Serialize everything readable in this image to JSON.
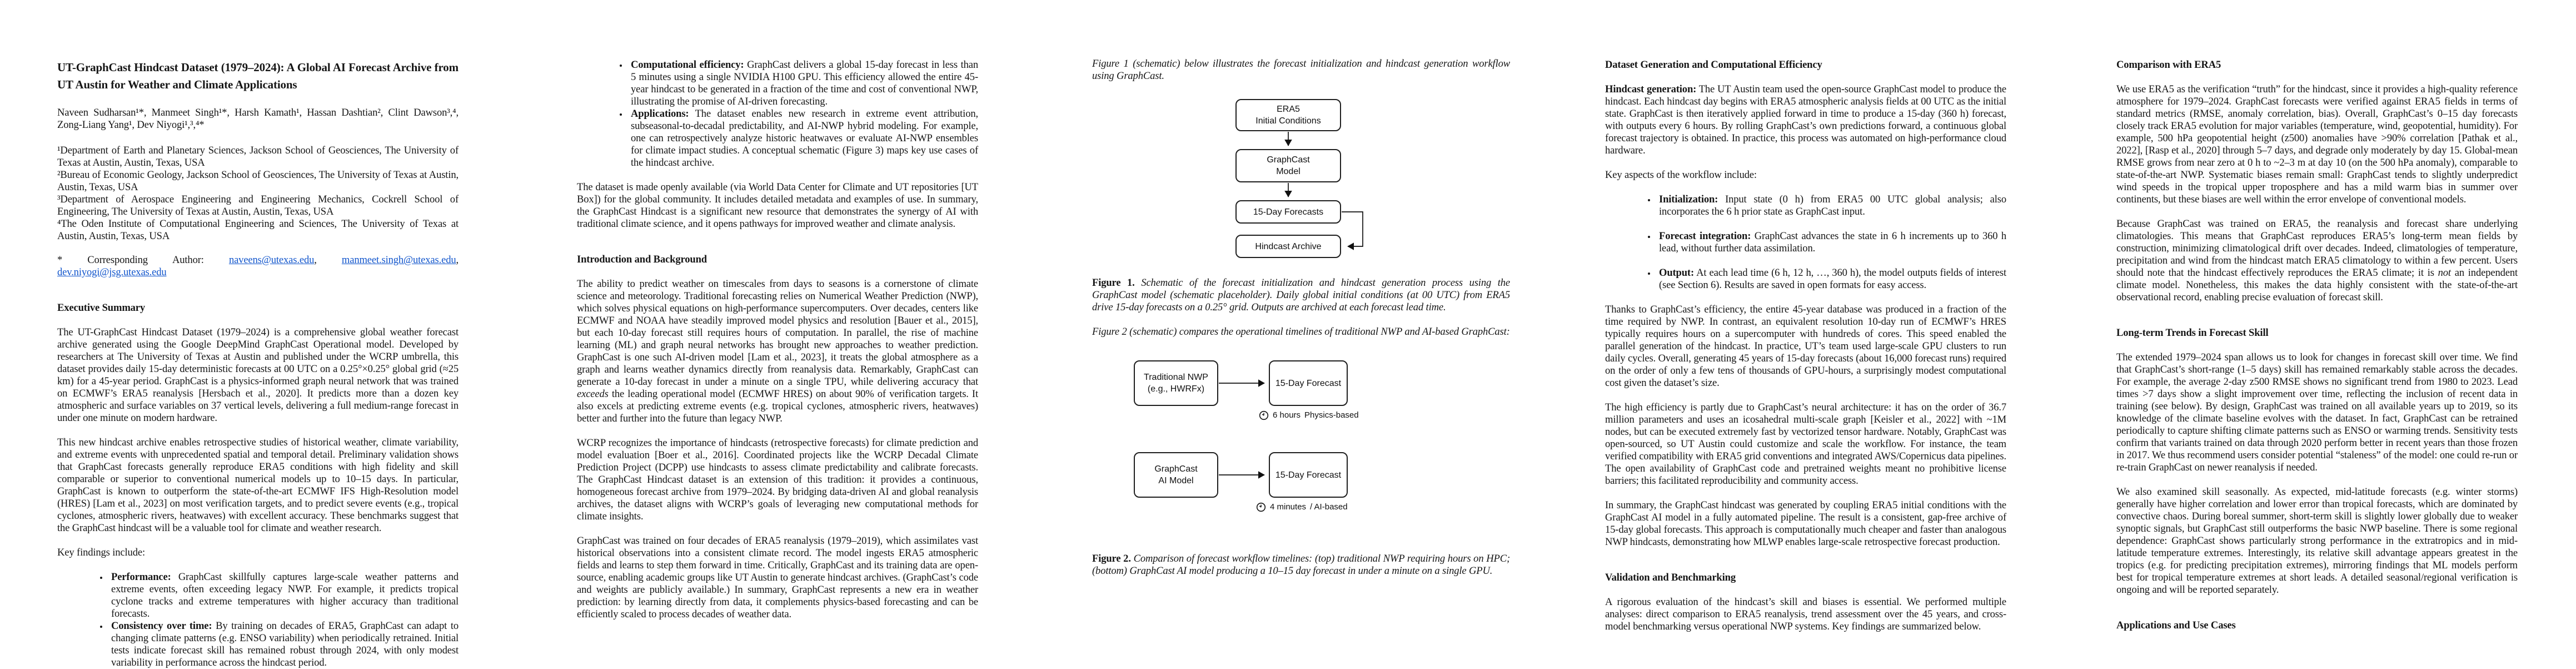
{
  "link_color": "#1155CC",
  "col1": {
    "title": "UT-GraphCast Hindcast Dataset (1979–2024): A Global AI Forecast Archive from UT Austin for Weather and Climate Applications",
    "authors": "Naveen Sudharsan¹*, Manmeet Singh¹*, Harsh Kamath¹, Hassan Dashtian², Clint Dawson³,⁴, Zong-Liang Yang¹, Dev Niyogi¹,³,⁴*",
    "affiliations": [
      "¹Department of Earth and Planetary Sciences, Jackson School of Geosciences, The University of Texas at Austin, Austin, Texas, USA",
      "²Bureau of Economic Geology, Jackson School of Geosciences, The University of Texas at Austin, Austin, Texas, USA",
      "³Department of Aerospace Engineering and Engineering Mechanics, Cockrell School of Engineering, The University of Texas at Austin, Austin, Texas, USA",
      "⁴The Oden Institute of Computational Engineering and Sciences, The University of Texas at Austin, Austin, Texas, USA"
    ],
    "corresponding_prefix": "* Corresponding Author: ",
    "emails": [
      "naveens@utexas.edu",
      "manmeet.singh@utexas.edu",
      "dev.niyogi@jsg.utexas.edu"
    ],
    "separator": ", ",
    "exec_heading": "Executive Summary",
    "para1": "The UT-GraphCast Hindcast Dataset (1979–2024) is a comprehensive global weather forecast archive generated using the Google DeepMind GraphCast Operational model. Developed by researchers at The University of Texas at Austin and published under the WCRP umbrella, this dataset provides daily 15-day deterministic forecasts at 00 UTC on a 0.25°×0.25° global grid (≈25 km) for a 45-year period. GraphCast is a physics-informed graph neural network that was trained on ECMWF’s ERA5 reanalysis [Hersbach et al., 2020]. It predicts more than a dozen key atmospheric and surface variables on 37 vertical levels, delivering a full medium-range forecast in under one minute on modern hardware.",
    "para2": "This new hindcast archive enables retrospective studies of historical weather, climate variability, and extreme events with unprecedented spatial and temporal detail. Preliminary validation shows that GraphCast forecasts generally reproduce ERA5 conditions with high fidelity and skill comparable or superior to conventional numerical models up to 10–15 days. In particular, GraphCast is known to outperform the state-of-the-art ECMWF IFS High-Resolution model (HRES) [Lam et al., 2023] on most verification targets, and to predict severe events (e.g., tropical cyclones, atmospheric rivers, heatwaves) with excellent accuracy. These benchmarks suggest that the GraphCast hindcast will be a valuable tool for climate and weather research.",
    "key_label": "Key findings include:",
    "bullet1_lead": "Performance:",
    "bullet1_text": " GraphCast skillfully captures large-scale weather patterns and extreme events, often exceeding legacy NWP. For example, it predicts tropical cyclone tracks and extreme temperatures with higher accuracy than traditional forecasts.",
    "bullet2_lead": "Consistency over time:",
    "bullet2_text": " By training on decades of ERA5, GraphCast can adapt to changing climate patterns (e.g. ENSO variability) when periodically retrained. Initial tests indicate forecast skill has remained robust through 2024, with only modest variability in performance across the hindcast period."
  },
  "col2": {
    "bullet1_lead": "Computational efficiency:",
    "bullet1_text": " GraphCast delivers a global 15-day forecast in less than 5 minutes using a single NVIDIA H100 GPU. This efficiency allowed the entire 45-year hindcast to be generated in a fraction of the time and cost of conventional NWP, illustrating the promise of AI-driven forecasting.",
    "bullet2_lead": "Applications:",
    "bullet2_text": " The dataset enables new research in extreme event attribution, subseasonal-to-decadal predictability, and AI-NWP hybrid modeling. For example, one can retrospectively analyze historic heatwaves or evaluate AI-NWP ensembles for climate impact studies. A conceptual schematic (Figure 3) maps key use cases of the hindcast archive.",
    "para_open": "The dataset is made openly available (via World Data Center for Climate and UT repositories [UT Box]) for the global community. It includes detailed metadata and examples of use. In summary, the GraphCast Hindcast is a significant new resource that demonstrates the synergy of AI with traditional climate science, and it opens pathways for improved weather and climate analysis.",
    "intro_heading": "Introduction and Background",
    "para_intro_before": "The ability to predict weather on timescales from days to seasons is a cornerstone of climate science and meteorology. Traditional forecasting relies on Numerical Weather Prediction (NWP), which solves physical equations on high-performance supercomputers. Over decades, centers like ECMWF and NOAA have steadily improved model physics and resolution [Bauer et al., 2015], but each 10-day forecast still requires hours of computation. In parallel, the rise of machine learning (ML) and graph neural networks has brought new approaches to weather prediction. GraphCast is one such AI-driven model [Lam et al., 2023], it treats the global atmosphere as a graph and learns weather dynamics directly from reanalysis data. Remarkably, GraphCast can generate a 10-day forecast in under a minute on a single TPU, while delivering accuracy that ",
    "para_intro_italic": "exceeds",
    "para_intro_after": " the leading operational model (ECMWF HRES) on about 90% of verification targets. It also excels at predicting extreme events (e.g. tropical cyclones, atmospheric rivers, heatwaves) better and further into the future than legacy NWP.",
    "para_wcrp": "WCRP recognizes the importance of hindcasts (retrospective forecasts) for climate prediction and model evaluation [Boer et al., 2016]. Coordinated projects like the WCRP Decadal Climate Prediction Project (DCPP) use hindcasts to assess climate predictability and calibrate forecasts. The GraphCast Hindcast dataset is an extension of this tradition: it provides a continuous, homogeneous forecast archive from 1979–2024. By bridging data-driven AI and global reanalysis archives, the dataset aligns with WCRP’s goals of leveraging new computational methods for climate insights.",
    "para_trained": "GraphCast was trained on four decades of ERA5 reanalysis (1979–2019), which assimilates vast historical observations into a consistent climate record. The model ingests ERA5 atmospheric fields and learns to step them forward in time. Critically, GraphCast and its training data are open-source, enabling academic groups like UT Austin to generate hindcast archives. (GraphCast’s code and weights are publicly available.) In summary, GraphCast represents a new era in weather prediction: by learning directly from data, it complements physics-based forecasting and can be efficiently scaled to process decades of weather data."
  },
  "col3": {
    "fig1_intro": "Figure 1 (schematic) below illustrates the forecast initialization and hindcast generation workflow using GraphCast.",
    "fig1_box1_line1": "ERA5",
    "fig1_box1_line2": "Initial Conditions",
    "fig1_box2_line1": "GraphCast",
    "fig1_box2_line2": "Model",
    "fig1_box3": "15-Day Forecasts",
    "fig1_box4": "Hindcast Archive",
    "fig1_caption_label": "Figure 1.",
    "fig1_caption_text": " Schematic of the forecast initialization and hindcast generation process using the GraphCast model (schematic placeholder). Daily global initial conditions (at 00 UTC) from ERA5 drive 15-day forecasts on a 0.25° grid. Outputs are archived at each forecast lead time.",
    "fig2_intro": "Figure 2 (schematic) compares the operational timelines of traditional NWP and AI-based GraphCast:",
    "fig2_nwp_line1": "Traditional NWP",
    "fig2_nwp_line2": "(e.g., HWRFx)",
    "fig2_fc1": "15-Day Forecast",
    "fig2_label1_time": "6 hours",
    "fig2_label1_kind": "Physics-based",
    "fig2_ai_line1": "GraphCast",
    "fig2_ai_line2": "AI Model",
    "fig2_fc2": "15-Day Forecast",
    "fig2_label2_time": "4 minutes",
    "fig2_label2_kind": "/ AI-based",
    "fig2_caption_label": "Figure 2.",
    "fig2_caption_text": " Comparison of forecast workflow timelines: (top) traditional NWP requiring hours on HPC; (bottom) GraphCast AI model producing a 10–15 day forecast in under a minute on a single GPU."
  },
  "col4": {
    "heading": "Dataset Generation and Computational Efficiency",
    "para_hindcast_lead": "Hindcast generation:",
    "para_hindcast_text": " The UT Austin team used the open-source GraphCast model to produce the hindcast. Each hindcast day begins with ERA5 atmospheric analysis fields at 00 UTC as the initial state. GraphCast is then iteratively applied forward in time to produce a 15-day (360 h) forecast, with outputs every 6 hours. By rolling GraphCast’s own predictions forward, a continuous global forecast trajectory is obtained. In practice, this process was automated on high-performance cloud hardware.",
    "key_label": "Key aspects of the workflow include:",
    "bullet1_lead": "Initialization:",
    "bullet1_text": " Input state (0 h) from ERA5 00 UTC global analysis; also incorporates the 6 h prior state as GraphCast input.",
    "bullet2_lead": "Forecast integration:",
    "bullet2_text": " GraphCast advances the state in 6 h increments up to 360 h lead, without further data assimilation.",
    "bullet3_lead": "Output:",
    "bullet3_text": " At each lead time (6 h, 12 h, …, 360 h), the model outputs fields of interest (see Section 6). Results are saved in open formats for easy access.",
    "para_thanks": "Thanks to GraphCast’s efficiency, the entire 45-year database was produced in a fraction of the time required by NWP. In contrast, an equivalent resolution 10-day run of ECMWF’s HRES typically requires hours on a supercomputer with hundreds of cores. This speed enabled the parallel generation of the hindcast. In practice, UT’s team used large-scale GPU clusters to run daily cycles. Overall, generating 45 years of 15-day forecasts (about 16,000 forecast runs) required on the order of only a few tens of thousands of GPU-hours, a surprisingly modest computational cost given the dataset’s size.",
    "para_high": "The high efficiency is partly due to GraphCast’s neural architecture: it has on the order of 36.7 million parameters and uses an icosahedral multi-scale graph [Keisler et al., 2022] with ~1M nodes, but can be executed extremely fast by vectorized tensor hardware. Notably, GraphCast was open-sourced, so UT Austin could customize and scale the workflow. For instance, the team verified compatibility with ERA5 grid conventions and integrated AWS/Copernicus data pipelines. The open availability of GraphCast code and pretrained weights meant no prohibitive license barriers; this facilitated reproducibility and community access.",
    "para_summary": "In summary, the GraphCast hindcast was generated by coupling ERA5 initial conditions with the GraphCast AI model in a fully automated pipeline. The result is a consistent, gap-free archive of 15-day global forecasts. This approach is computationally much cheaper and faster than analogous NWP hindcasts, demonstrating how MLWP enables large-scale retrospective forecast production.",
    "valid_heading": "Validation and Benchmarking",
    "para_valid": "A rigorous evaluation of the hindcast’s skill and biases is essential. We performed multiple analyses: direct comparison to ERA5 reanalysis, trend assessment over the 45 years, and cross-model benchmarking versus operational NWP systems. Key findings are summarized below."
  },
  "col5": {
    "heading": "Comparison with ERA5",
    "para1": "We use ERA5 as the verification “truth” for the hindcast, since it provides a high-quality reference atmosphere for 1979–2024. GraphCast forecasts were verified against ERA5 fields in terms of standard metrics (RMSE, anomaly correlation, bias). Overall, GraphCast’s 0–15 day forecasts closely track ERA5 evolution for major variables (temperature, wind, geopotential, humidity). For example, 500 hPa geopotential height (z500) anomalies have >90% correlation [Pathak et al., 2022], [Rasp et al., 2020] through 5–7 days, and degrade only moderately by day 15. Global-mean RMSE grows from near zero at 0 h to ~2–3 m at day 10 (on the 500 hPa anomaly), comparable to state-of-the-art NWP. Systematic biases remain small: GraphCast tends to slightly underpredict wind speeds in the tropical upper troposphere and has a mild warm bias in summer over continents, but these biases are well within the error envelope of conventional models.",
    "para2_before": "Because GraphCast was trained on ERA5, the reanalysis and forecast share underlying climatologies. This means that GraphCast reproduces ERA5’s long-term mean fields by construction, minimizing climatological drift over decades. Indeed, climatologies of temperature, precipitation and wind from the hindcast match ERA5 climatology to within a few percent. Users should note that the hindcast effectively reproduces the ERA5 climate; it is ",
    "para2_italic": "not",
    "para2_after": " an independent climate model. Nonetheless, this makes the data highly consistent with the state-of-the-art observational record, enabling precise evaluation of forecast skill.",
    "trends_heading": "Long-term Trends in Forecast Skill",
    "para_trends": "The extended 1979–2024 span allows us to look for changes in forecast skill over time. We find that GraphCast’s short-range (1–5 days) skill has remained remarkably stable across the decades. For example, the average 2-day z500 RMSE shows no significant trend from 1980 to 2023. Lead times >7 days show a slight improvement over time, reflecting the inclusion of recent data in training (see below). By design, GraphCast was trained on all available years up to 2019, so its knowledge of the climate baseline evolves with the dataset. In fact, GraphCast can be retrained periodically to capture shifting climate patterns such as ENSO or warming trends. Sensitivity tests confirm that variants trained on data through 2020 perform better in recent years than those frozen in 2017. We thus recommend users consider potential “staleness” of the model: one could re-run or re-train GraphCast on newer reanalysis if needed.",
    "para_seasonal": "We also examined skill seasonally. As expected, mid-latitude forecasts (e.g. winter storms) generally have higher correlation and lower error than tropical forecasts, which are dominated by convective chaos. During boreal summer, short-term skill is slightly lower globally due to weaker synoptic signals, but GraphCast still outperforms the basic NWP baseline. There is some regional dependence: GraphCast shows particularly strong performance in the extratropics and in mid-latitude temperature extremes. Interestingly, its relative skill advantage appears greatest in the tropics (e.g. for predicting precipitation extremes), mirroring findings that ML models perform best for tropical temperature extremes at short leads. A detailed seasonal/regional verification is ongoing and will be reported separately.",
    "apps_heading": "Applications and Use Cases"
  }
}
